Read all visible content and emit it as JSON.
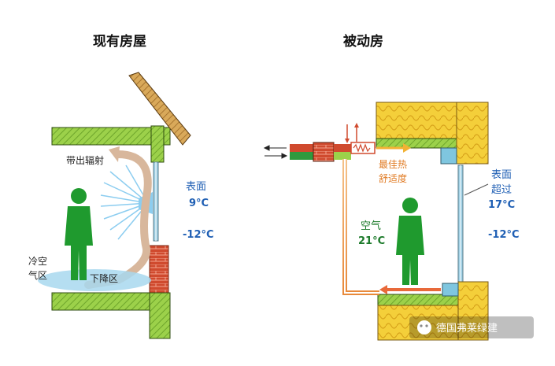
{
  "colors": {
    "wall_green": "#9cd14a",
    "roof_brown": "#d19a4a",
    "insulation_yellow": "#f4cf3a",
    "window_blue": "#9fd0e6",
    "person_green": "#1f9a2e",
    "radiation_blue": "#8ccdf0",
    "cold_air_blue": "#a8d8ef",
    "warm_orange": "#e8893a",
    "brick_red": "#d04a2e",
    "label_blue": "#1f5fb4"
  },
  "left_panel": {
    "title": "现有房屋",
    "radiation_label": "带出辐射",
    "surface_label": "表面",
    "surface_temp": "9°C",
    "outside_temp": "-12°C",
    "cold_zone_line1": "冷空",
    "cold_zone_line2": "气区",
    "downdraft_label": "下降区"
  },
  "right_panel": {
    "title": "被动房",
    "comfort_line1": "最佳热",
    "comfort_line2": "舒适度",
    "surface_line1": "表面",
    "surface_line2": "超过",
    "surface_temp": "17°C",
    "air_label": "空气",
    "air_temp": "21°C",
    "outside_temp": "-12°C"
  },
  "watermark": {
    "icon": "wechat-icon",
    "text": "德国弗莱绿建"
  }
}
